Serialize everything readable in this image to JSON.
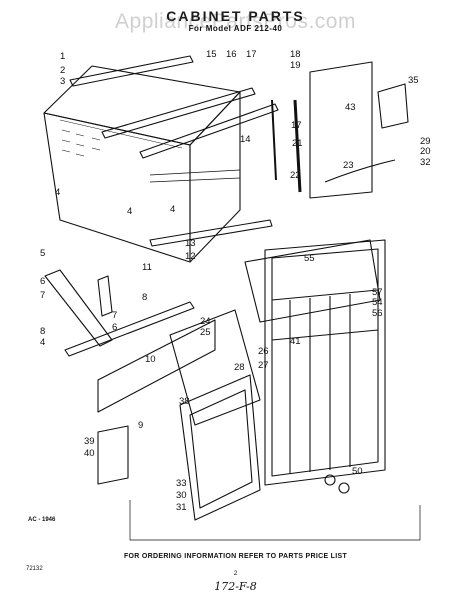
{
  "header": {
    "title": "CABINET PARTS",
    "subtitle": "For Model ADF 212-40",
    "watermark": "AppliancePartsPros.com"
  },
  "callouts": [
    "1",
    "2",
    "3",
    "4",
    "4",
    "4",
    "5",
    "6",
    "7",
    "8",
    "4",
    "6",
    "7",
    "8",
    "9",
    "10",
    "11",
    "12",
    "13",
    "14",
    "15",
    "16",
    "17",
    "17",
    "18",
    "19",
    "20",
    "21",
    "22",
    "23",
    "24",
    "25",
    "26",
    "27",
    "28",
    "29",
    "30",
    "31",
    "32",
    "33",
    "35",
    "38",
    "39",
    "40",
    "41",
    "43",
    "50",
    "54",
    "55",
    "56",
    "57"
  ],
  "footer": {
    "ac_code": "AC - 1946",
    "order_note": "FOR ORDERING INFORMATION REFER TO PARTS PRICE LIST",
    "page_number": "2",
    "doc_code": "72132",
    "handwritten": "172-F-8"
  }
}
